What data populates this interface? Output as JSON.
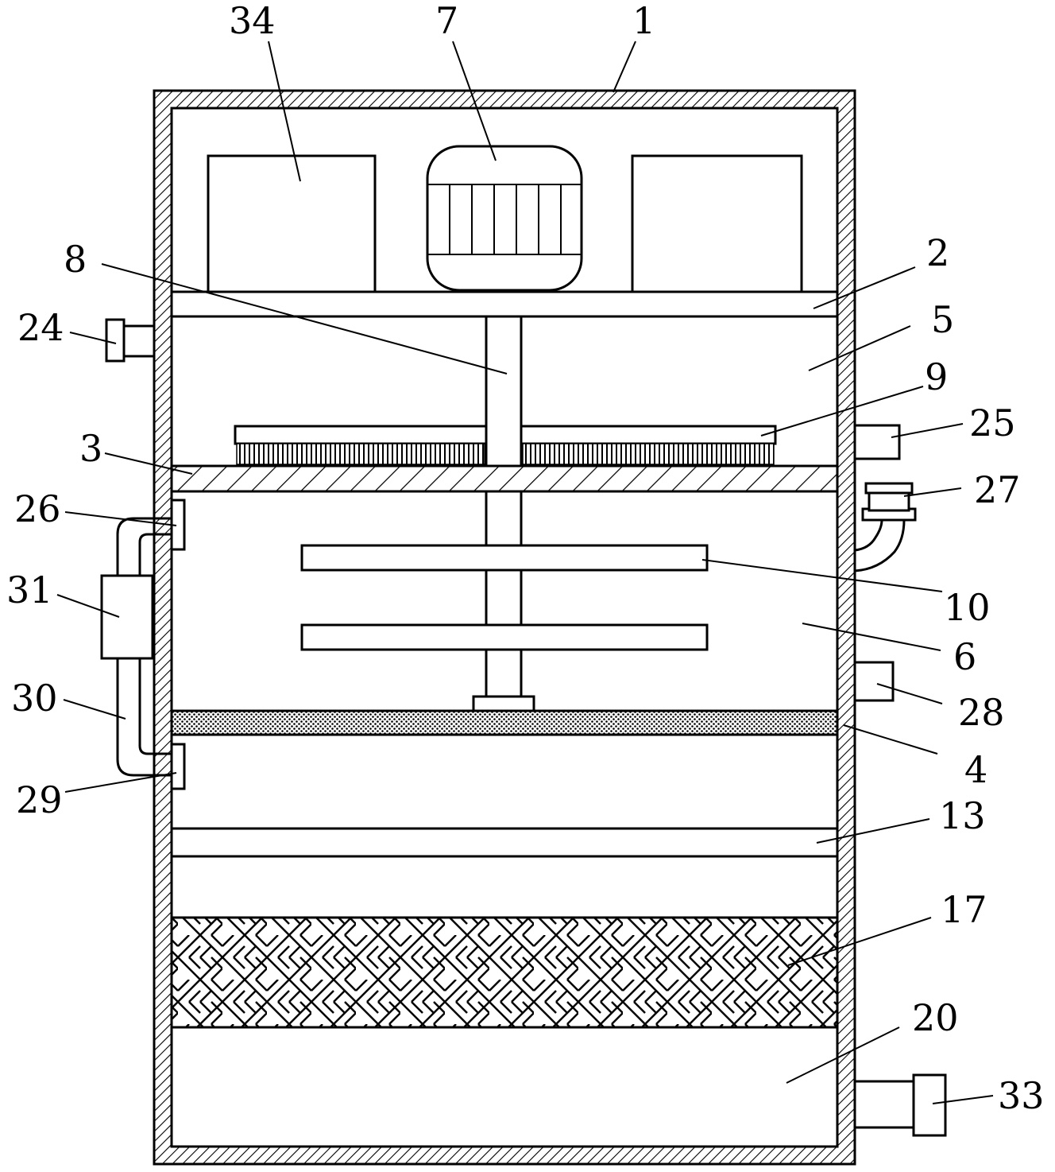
{
  "figure": {
    "labels": [
      {
        "id": "34",
        "text": "34"
      },
      {
        "id": "7",
        "text": "7"
      },
      {
        "id": "1",
        "text": "1"
      },
      {
        "id": "8",
        "text": "8"
      },
      {
        "id": "2",
        "text": "2"
      },
      {
        "id": "24",
        "text": "24"
      },
      {
        "id": "5",
        "text": "5"
      },
      {
        "id": "9",
        "text": "9"
      },
      {
        "id": "25",
        "text": "25"
      },
      {
        "id": "3",
        "text": "3"
      },
      {
        "id": "27",
        "text": "27"
      },
      {
        "id": "26",
        "text": "26"
      },
      {
        "id": "31",
        "text": "31"
      },
      {
        "id": "10",
        "text": "10"
      },
      {
        "id": "6",
        "text": "6"
      },
      {
        "id": "30",
        "text": "30"
      },
      {
        "id": "28",
        "text": "28"
      },
      {
        "id": "4",
        "text": "4"
      },
      {
        "id": "29",
        "text": "29"
      },
      {
        "id": "13",
        "text": "13"
      },
      {
        "id": "17",
        "text": "17"
      },
      {
        "id": "20",
        "text": "20"
      },
      {
        "id": "33",
        "text": "33"
      }
    ]
  }
}
